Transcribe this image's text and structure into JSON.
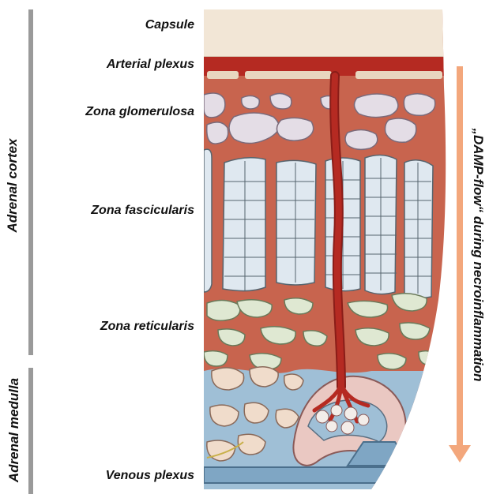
{
  "labels": {
    "capsule": "Capsule",
    "arterial_plexus": "Arterial plexus",
    "zona_glomerulosa": "Zona glomerulosa",
    "zona_fascicularis": "Zona fascicularis",
    "zona_reticularis": "Zona reticularis",
    "venous_plexus": "Venous plexus"
  },
  "regions": {
    "adrenal_cortex": "Adrenal cortex",
    "adrenal_medulla": "Adrenal medulla"
  },
  "arrow_label": "„DAMP-flow“ during necroinflammation",
  "colors": {
    "capsule": "#f2e6d6",
    "tissue": "#c8644e",
    "vessel": "#b52a22",
    "fascicularis_cells": "#dfe8f0",
    "reticularis_cells": "#dfe8d2",
    "medulla_blue": "#9fbfd6",
    "arrow": "#f3a77c",
    "bar": "#9a9a9a"
  }
}
